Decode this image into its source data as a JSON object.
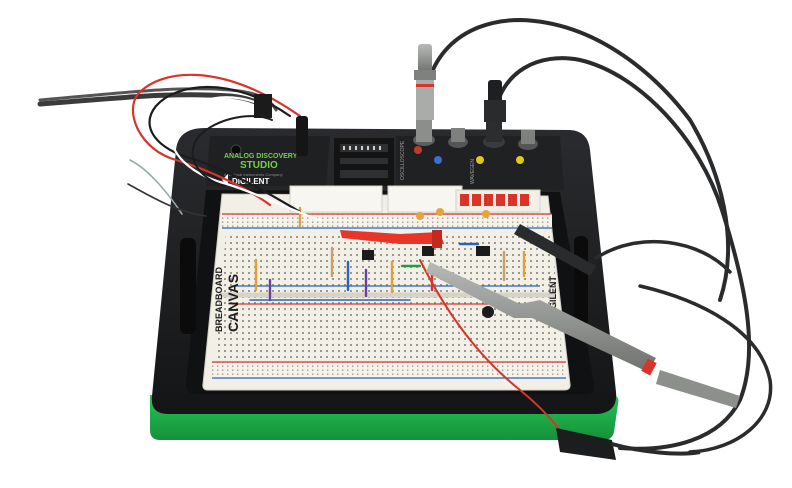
{
  "device": {
    "brand_line1": "ANALOG DISCOVERY",
    "brand_line2": "STUDIO",
    "brand_tagline": "A National Instruments Company",
    "maker": "DIGILENT",
    "panel_left_label": "OSCILLOSCOPE",
    "panel_right_label": "WAVEGEN",
    "breadboard_line1": "BREADBOARD",
    "breadboard_line2": "CANVAS",
    "breadboard_maker": "DIGILENT"
  },
  "colors": {
    "case": "#1c1d1f",
    "base_green": "#1fb04a",
    "board": "#f1efe6",
    "rail_red": "#d8342a",
    "rail_blue": "#2b63b8",
    "brand_green": "#6fd14a",
    "probe_red": "#e8352a",
    "probe_gray": "#8c8f8c"
  }
}
